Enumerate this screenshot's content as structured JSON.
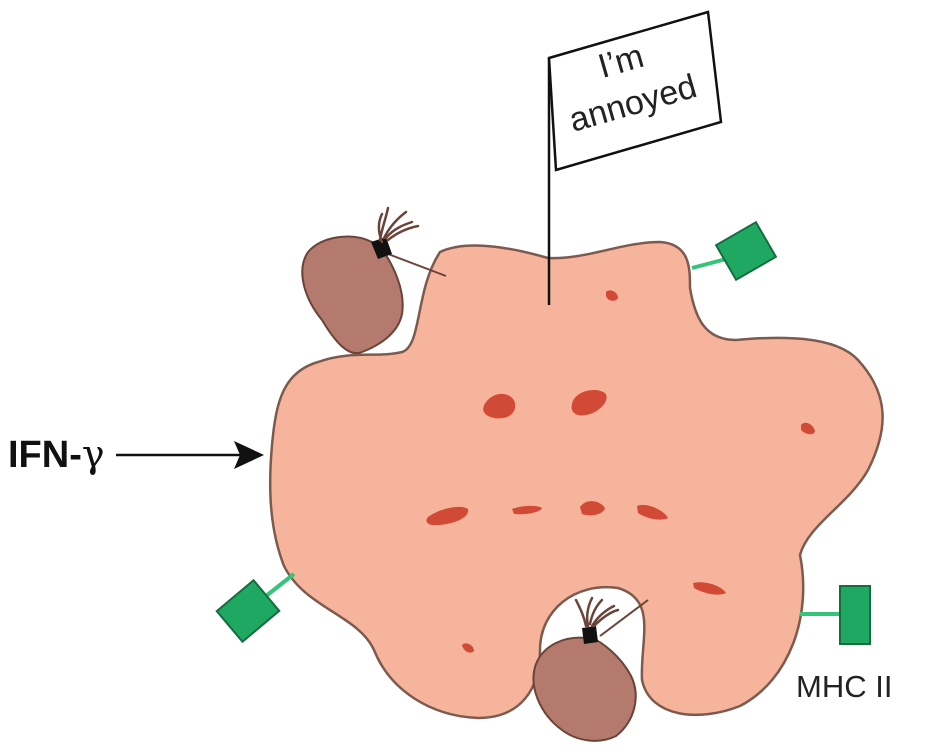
{
  "labels": {
    "flag_line1": "I’m",
    "flag_line2": "annoyed",
    "ifn_prefix": "IFN-",
    "ifn_greek": "γ",
    "mhc": "MHC II"
  },
  "colors": {
    "cell_fill": "#f7b49c",
    "cell_stroke": "#7d5a4e",
    "organelle": "#d04a35",
    "sack_fill": "#b57a6e",
    "sack_stroke": "#6b4439",
    "mhc_fill": "#1fa862",
    "mhc_stem": "#34c47a",
    "arrow": "#111111"
  },
  "icons": [
    "flag-icon",
    "sack-icon",
    "mhc-ii-receptor-icon",
    "arrow-right-icon"
  ]
}
